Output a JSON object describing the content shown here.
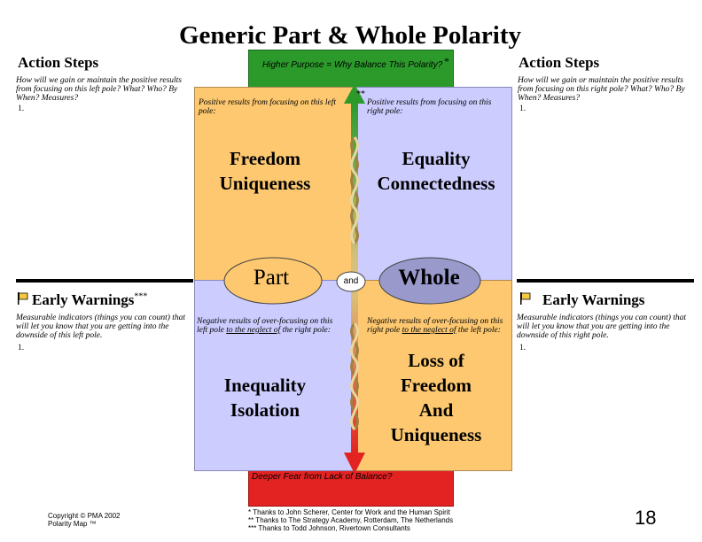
{
  "title": "Generic Part & Whole Polarity",
  "higher_purpose": "Higher Purpose = Why Balance This Polarity?",
  "star_single": "*",
  "star_double": "**",
  "deeper_fear": "Deeper Fear from Lack of Balance?",
  "left_actions": {
    "heading": "Action Steps",
    "question": "How will we gain or maintain the positive results from focusing on this left pole? What? Who? By When? Measures?",
    "item": "1."
  },
  "right_actions": {
    "heading": "Action Steps",
    "question": "How will we gain or maintain the positive results from focusing on this right pole? What? Who? By When? Measures?",
    "item": "1."
  },
  "left_warnings": {
    "heading": "Early Warnings",
    "stars": "***",
    "description": "Measurable indicators (things you can count) that will let you know that you are getting into the downside of this left pole.",
    "item": "1."
  },
  "right_warnings": {
    "heading": "Early Warnings",
    "description": "Measurable indicators (things you can count) that will let you know that you are getting into the downside of this right pole.",
    "item": "1."
  },
  "quadrants": {
    "upper_left": {
      "prompt": "Positive results from focusing on this left pole:",
      "line1": "Freedom",
      "line2": "Uniqueness"
    },
    "upper_right": {
      "prompt": "Positive results from focusing on this right pole:",
      "line1": "Equality",
      "line2": "Connectedness"
    },
    "lower_left": {
      "prompt_a": "Negative results of over-focusing on this left pole ",
      "prompt_b": "to the neglect of",
      "prompt_c": " the right pole:",
      "line1": "Inequality",
      "line2": "Isolation"
    },
    "lower_right": {
      "prompt_a": "Negative results of over-focusing on this right pole ",
      "prompt_b": "to the neglect of",
      "prompt_c": " the left pole:",
      "line1": "Loss of",
      "line2": "Freedom",
      "line3": "And",
      "line4": "Uniqueness"
    }
  },
  "poles": {
    "left": "Part",
    "connector": "and",
    "right": "Whole"
  },
  "footer": {
    "copyright_line1": "Copyright © PMA 2002",
    "copyright_line2": "Polarity Map ™",
    "thanks1": "* Thanks to John Scherer, Center for Work and the Human Spirit",
    "thanks2": "** Thanks to The Strategy Academy, Rotterdam, The Netherlands",
    "thanks3": "*** Thanks to Todd Johnson, Rivertown Consultants",
    "page_number": "18"
  },
  "colors": {
    "top_band": "#2b9a2b",
    "bottom_band": "#e32222",
    "upper_left": "#fdc870",
    "upper_right": "#ccccff",
    "lower_left": "#ccccff",
    "lower_right": "#fdc870",
    "pole_ellipse": "#fdc870",
    "pole_ellipse_right": "#9999cc"
  }
}
